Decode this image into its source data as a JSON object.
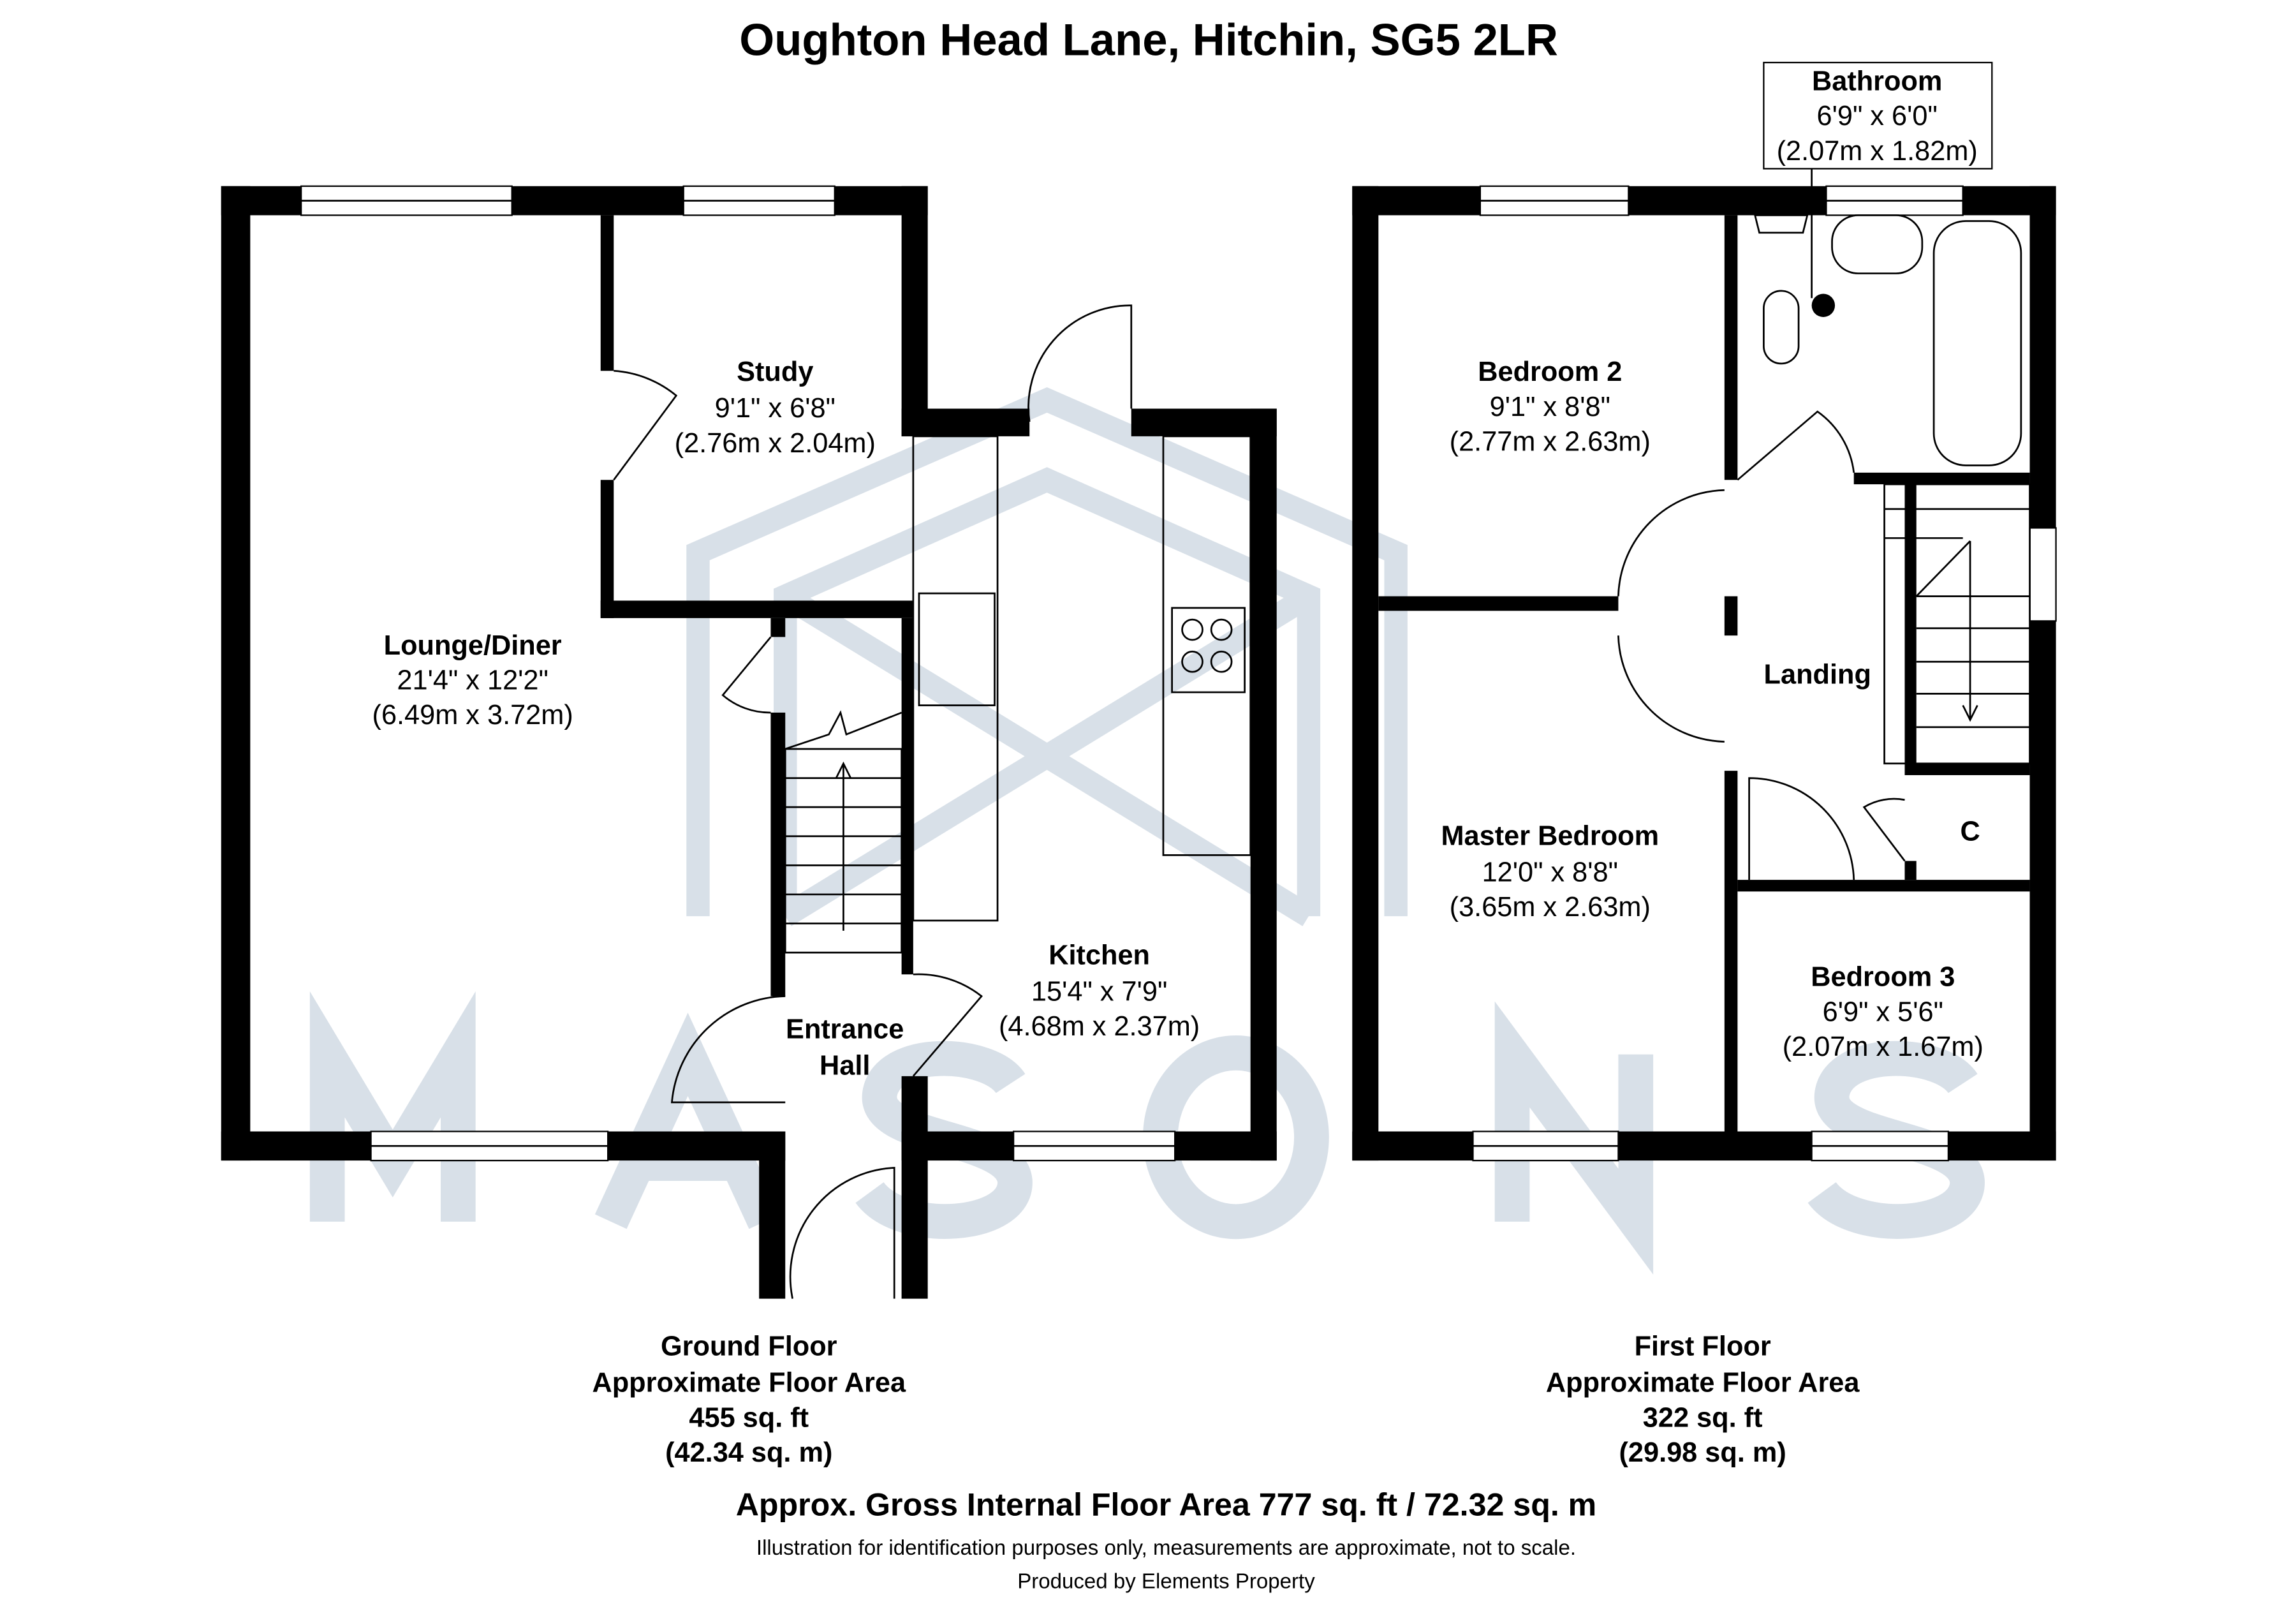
{
  "title": "Oughton Head Lane, Hitchin, SG5 2LR",
  "watermark": "MASONS",
  "rooms": {
    "lounge": {
      "name": "Lounge/Diner",
      "imperial": "21'4\" x 12'2\"",
      "metric": "(6.49m x 3.72m)"
    },
    "study": {
      "name": "Study",
      "imperial": "9'1\" x 6'8\"",
      "metric": "(2.76m x 2.04m)"
    },
    "kitchen": {
      "name": "Kitchen",
      "imperial": "15'4\" x 7'9\"",
      "metric": "(4.68m x 2.37m)"
    },
    "hall": {
      "name1": "Entrance",
      "name2": "Hall"
    },
    "bathroom": {
      "name": "Bathroom",
      "imperial": "6'9\" x 6'0\"",
      "metric": "(2.07m x 1.82m)"
    },
    "bedroom2": {
      "name": "Bedroom 2",
      "imperial": "9'1\" x 8'8\"",
      "metric": "(2.77m x 2.63m)"
    },
    "landing": {
      "name": "Landing"
    },
    "master": {
      "name": "Master Bedroom",
      "imperial": "12'0\" x 8'8\"",
      "metric": "(3.65m x 2.63m)"
    },
    "cupboard": {
      "name": "C"
    },
    "bedroom3": {
      "name": "Bedroom 3",
      "imperial": "6'9\" x 5'6\"",
      "metric": "(2.07m x 1.67m)"
    }
  },
  "ground_floor": {
    "label": "Ground Floor",
    "area_label": "Approximate Floor Area",
    "sqft": "455 sq. ft",
    "sqm": "(42.34 sq. m)"
  },
  "first_floor": {
    "label": "First Floor",
    "area_label": "Approximate Floor Area",
    "sqft": "322 sq. ft",
    "sqm": "(29.98 sq. m)"
  },
  "gross": "Approx. Gross Internal Floor Area 777 sq. ft / 72.32 sq. m",
  "disclaimer": "Illustration for identification purposes only, measurements are approximate, not to scale.",
  "producer": "Produced by Elements Property"
}
